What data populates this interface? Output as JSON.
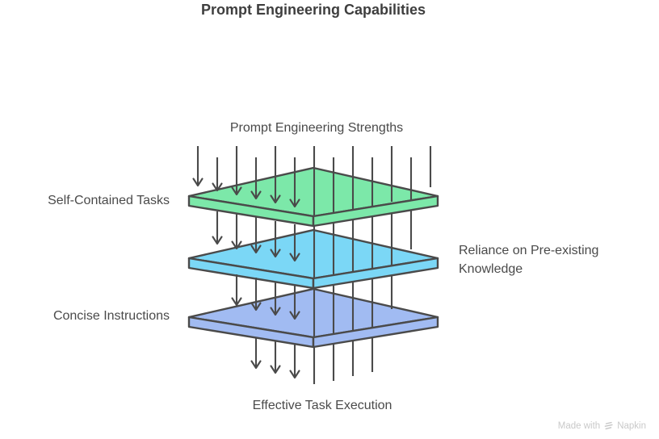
{
  "title": "Prompt Engineering Capabilities",
  "diagram": {
    "stroke_color": "#4a4a4a",
    "top_label": "Prompt Engineering Strengths",
    "bottom_label": "Effective Task Execution",
    "layers": [
      {
        "label": "Self-Contained Tasks",
        "color": "#7ce8a9"
      },
      {
        "label": "Reliance on Pre-existing Knowledge",
        "color": "#7bd7f6"
      },
      {
        "label": "Concise Instructions",
        "color": "#a1bbf2"
      }
    ]
  },
  "watermark": {
    "prefix": "Made with",
    "brand": "Napkin"
  }
}
